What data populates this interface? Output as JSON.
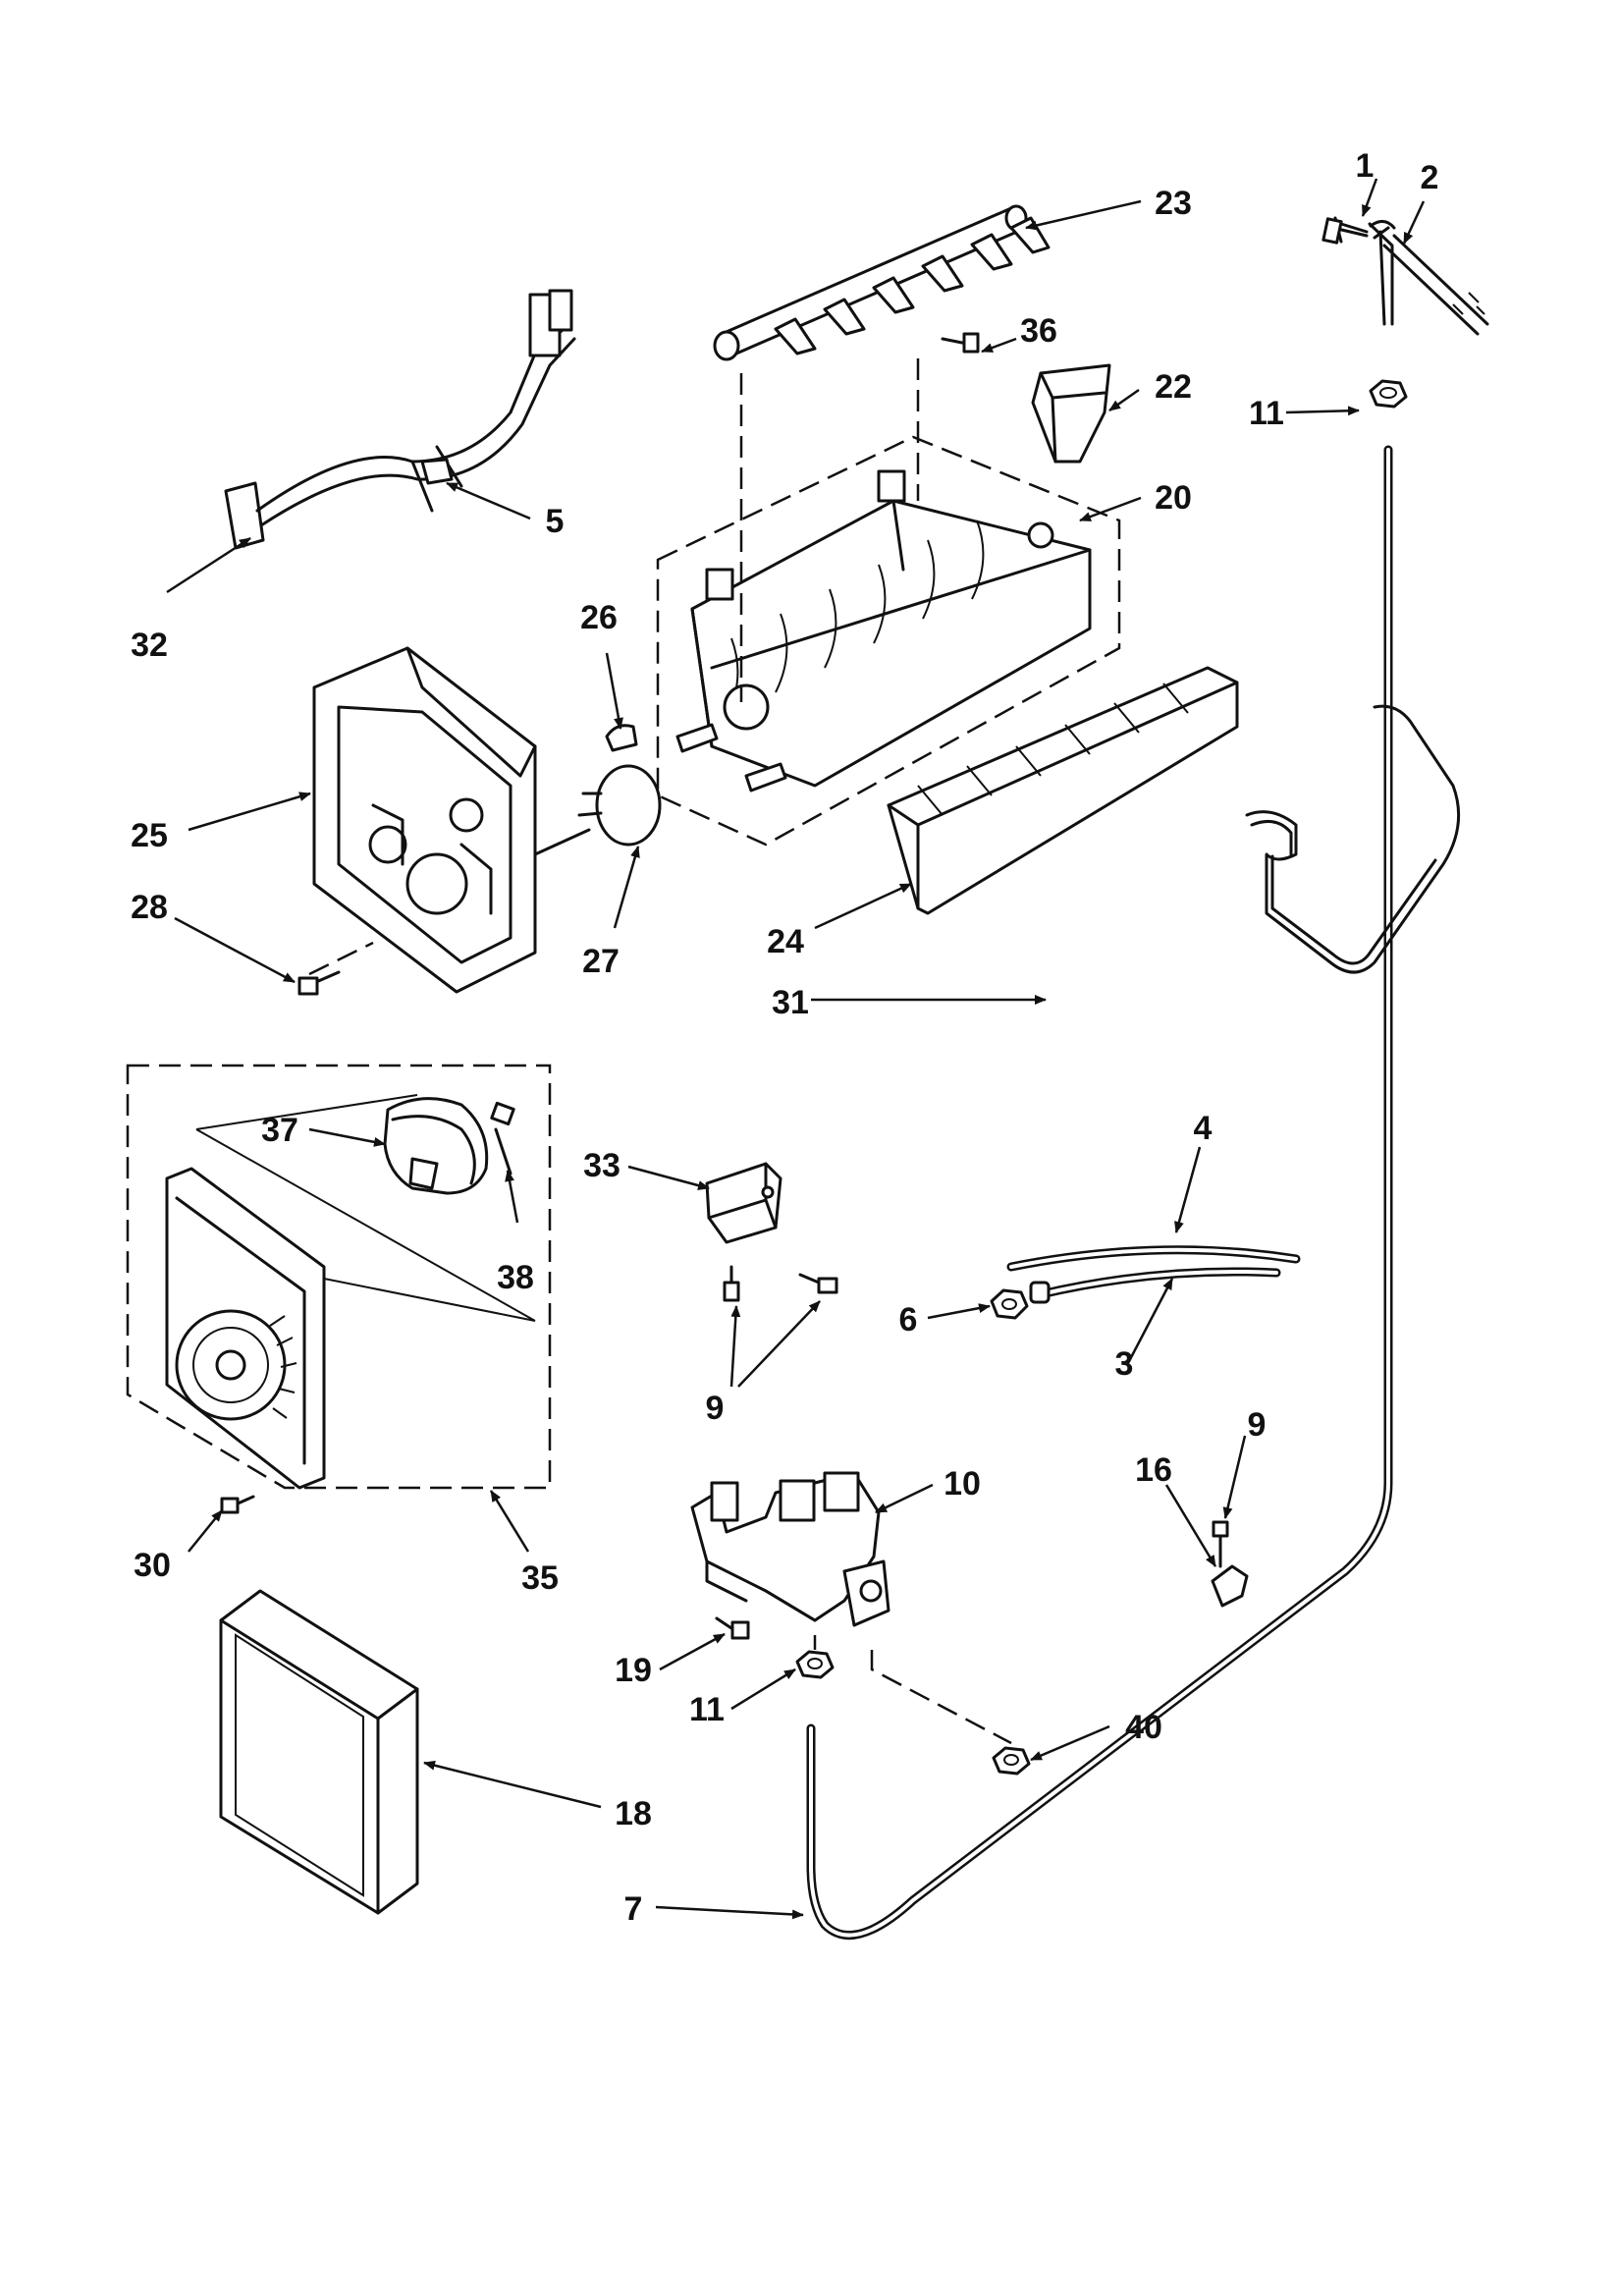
{
  "diagram": {
    "callouts": [
      {
        "id": "c1",
        "label": "1"
      },
      {
        "id": "c2",
        "label": "2"
      },
      {
        "id": "c3",
        "label": "3"
      },
      {
        "id": "c4",
        "label": "4"
      },
      {
        "id": "c5",
        "label": "5"
      },
      {
        "id": "c6",
        "label": "6"
      },
      {
        "id": "c7",
        "label": "7"
      },
      {
        "id": "c9a",
        "label": "9"
      },
      {
        "id": "c9b",
        "label": "9"
      },
      {
        "id": "c10",
        "label": "10"
      },
      {
        "id": "c11a",
        "label": "11"
      },
      {
        "id": "c11b",
        "label": "11"
      },
      {
        "id": "c16",
        "label": "16"
      },
      {
        "id": "c18",
        "label": "18"
      },
      {
        "id": "c19",
        "label": "19"
      },
      {
        "id": "c20",
        "label": "20"
      },
      {
        "id": "c22",
        "label": "22"
      },
      {
        "id": "c23",
        "label": "23"
      },
      {
        "id": "c24",
        "label": "24"
      },
      {
        "id": "c25",
        "label": "25"
      },
      {
        "id": "c26",
        "label": "26"
      },
      {
        "id": "c27",
        "label": "27"
      },
      {
        "id": "c28",
        "label": "28"
      },
      {
        "id": "c30",
        "label": "30"
      },
      {
        "id": "c31",
        "label": "31"
      },
      {
        "id": "c32",
        "label": "32"
      },
      {
        "id": "c33",
        "label": "33"
      },
      {
        "id": "c35",
        "label": "35"
      },
      {
        "id": "c36",
        "label": "36"
      },
      {
        "id": "c37",
        "label": "37"
      },
      {
        "id": "c38",
        "label": "38"
      },
      {
        "id": "c40",
        "label": "40"
      }
    ]
  }
}
